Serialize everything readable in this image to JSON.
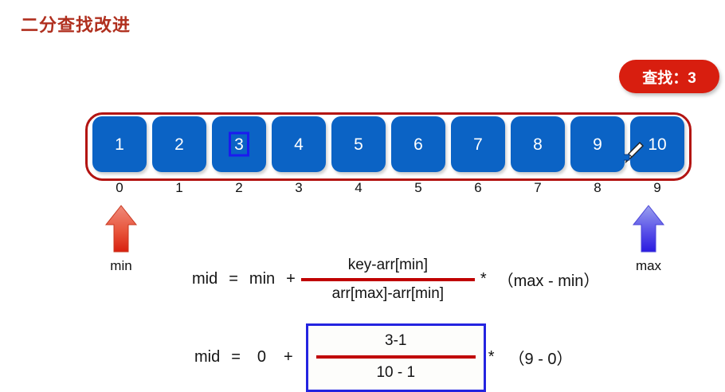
{
  "slide": {
    "title": "二分查找改进",
    "title_color": "#b0301f",
    "background": "#ffffff"
  },
  "badge": {
    "label": "查找：3",
    "background": "#d81e0f",
    "text_color": "#ffffff"
  },
  "array": {
    "frame_color": "#b31412",
    "cell_color": "#0b63c5",
    "cell_text_color": "#ffffff",
    "highlight_color": "#1b1bee",
    "highlighted_index": 2,
    "values": [
      "1",
      "2",
      "3",
      "4",
      "5",
      "6",
      "7",
      "8",
      "9",
      "10"
    ],
    "indices": [
      "0",
      "1",
      "2",
      "3",
      "4",
      "5",
      "6",
      "7",
      "8",
      "9"
    ]
  },
  "pointers": {
    "min": {
      "label": "min",
      "index_label": "0",
      "color_top": "#ef8a7a",
      "color_bottom": "#d8200f"
    },
    "max": {
      "label": "max",
      "index_label": "9",
      "color_top": "#9aa0ee",
      "color_bottom": "#2a1ae0"
    }
  },
  "cursor": {
    "icon": "pen-cursor-icon"
  },
  "formula1": {
    "lhs": "mid",
    "equals": "=",
    "term": "min",
    "plus": "+",
    "numerator": "key-arr[min]",
    "denominator": "arr[max]-arr[min]",
    "times": "*",
    "factor": "（max - min）",
    "bar_color": "#c00000"
  },
  "formula2": {
    "lhs": "mid",
    "equals": "=",
    "term": "0",
    "plus": "+",
    "numerator": "3-1",
    "denominator": "10 - 1",
    "times": "*",
    "factor": "（9 - 0）",
    "bar_color": "#c00000",
    "box_color": "#2424e0"
  }
}
